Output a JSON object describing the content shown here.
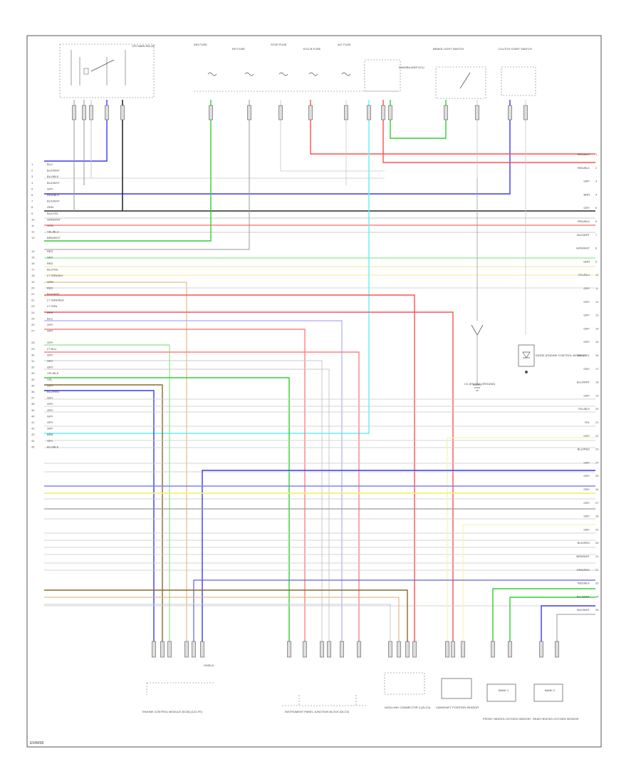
{
  "diagram": {
    "footer_code": "E04W08",
    "top_components": [
      {
        "id": "relay",
        "label": "EFI MAIN RELAY"
      },
      {
        "id": "f1",
        "label": "IGN FUSE"
      },
      {
        "id": "f2",
        "label": "EFI FUSE"
      },
      {
        "id": "f3",
        "label": "STOP FUSE"
      },
      {
        "id": "f4",
        "label": "ECU-B FUSE"
      },
      {
        "id": "f5",
        "label": "ALT FUSE"
      },
      {
        "id": "imm",
        "label": "IMMOBILISER ECU"
      },
      {
        "id": "brake",
        "label": "BRAKE LIGHT SWITCH"
      },
      {
        "id": "clutch",
        "label": "CLUTCH START SWITCH"
      }
    ],
    "left_wire_labels": [
      "BLU",
      "BLK/WHT",
      "BLU/BLK",
      "BLK/WHT",
      "GRY",
      "RED/BLK",
      "BLK/WHT",
      "GRN",
      "BLK/YEL",
      "GRN/WHT",
      "GRN",
      "YEL/BLU",
      "BRN/WHT",
      "RED",
      "GRY",
      "RED",
      "BLU/YEL",
      "LT GRN/BLK",
      "GRN",
      "RED",
      "BLK/WHT",
      "LT GRN/RED",
      "LT GRN",
      "BRN",
      "BLU",
      "GRY",
      "GRY",
      "GRY",
      "LT BLU",
      "GRY",
      "GRY",
      "GRY",
      "YEL/BLK",
      "YEL",
      "GRY",
      "BLU/RED",
      "GRY",
      "GRY",
      "GRY",
      "GRY",
      "GRY",
      "GRY",
      "BRN",
      "GRY",
      "BLU/BLK"
    ],
    "right_wire_labels": [
      "RED/BLU",
      "RED/BLK",
      "GRY",
      "BRN",
      "GRY",
      "RED/BLK",
      "BLK/WHT",
      "GRN/WHT",
      "GRN",
      "YEL/BLU",
      "GRY",
      "GRY",
      "GRY",
      "GRY",
      "GRY",
      "BRN/YEL",
      "GRY",
      "BLU/WHT",
      "GRY",
      "YEL/BLK",
      "YEL",
      "GRY",
      "BLU/RED",
      "GRY",
      "GRY",
      "GRY",
      "GRY",
      "GRY",
      "GRY",
      "BLK/RED",
      "BRN/WHT",
      "GRN/RED",
      "RED/BLK",
      "BLU/WHT",
      "BLK/WHT"
    ],
    "side_components": [
      {
        "id": "ground",
        "label": "G1 (ENGINE GROUND)"
      },
      {
        "id": "diode",
        "label": "DIODE (ENGINE CONTROL MODULE)"
      }
    ],
    "bottom_components": [
      {
        "id": "tcm",
        "label": "ENGINE CONTROL MODULE (ECM) (1ZZ-FE)"
      },
      {
        "id": "inst",
        "label": "INSTRUMENT PANEL JUNCTION BLOCK (DLC3)"
      },
      {
        "id": "data",
        "label": "DATA LINK CONNECTOR 3 (DLC3)"
      },
      {
        "id": "cam",
        "label": "CAMSHAFT POSITION SENSOR"
      },
      {
        "id": "knock1",
        "label": "FRONT HEATED OXYGEN SENSOR"
      },
      {
        "id": "knock2",
        "label": "REAR HEATED OXYGEN SENSOR"
      }
    ],
    "small_tags": [
      "BANK 1",
      "BANK 2",
      "SHIELD"
    ]
  }
}
